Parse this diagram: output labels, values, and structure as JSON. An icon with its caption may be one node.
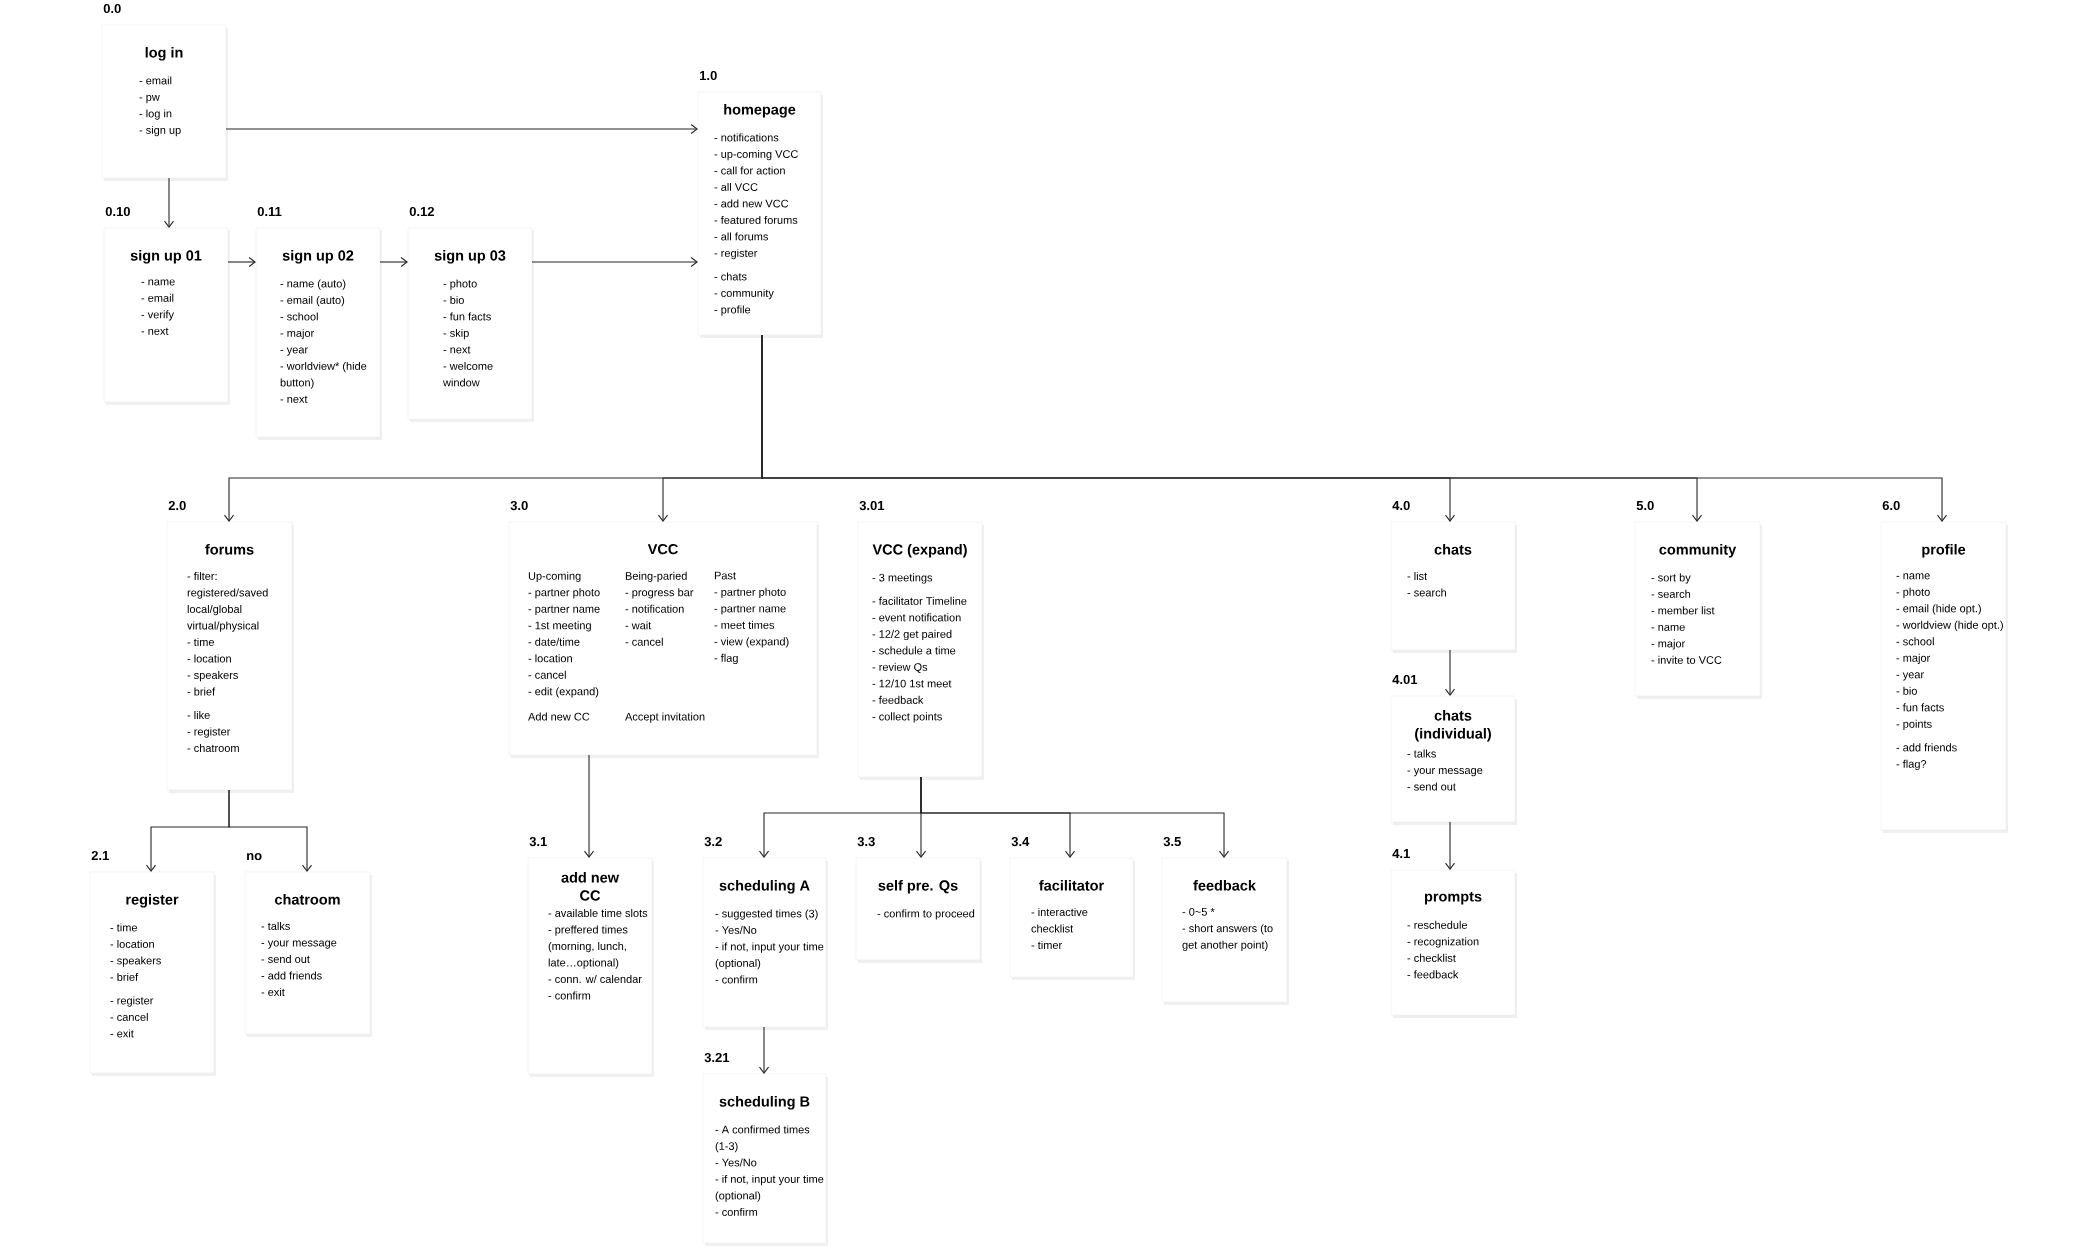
{
  "diagram": {
    "nodes": [
      {
        "text": [
          "log in",
          "- email",
          "- pw",
          "- log in",
          "- sign up"
        ],
        "beside": [
          "0.0"
        ]
      },
      {
        "text": [
          "homepage",
          "- notifications",
          "- up-coming VCC",
          "- call for action",
          "- all VCC",
          "- add new VCC",
          "- featured forums",
          "- all forums",
          "- register",
          "- chats",
          "- community",
          "- profile"
        ],
        "beside": [
          "1.0"
        ]
      },
      {
        "text": [
          "sign up 01",
          "- name",
          "- email",
          "- verify",
          "- next"
        ],
        "beside": [
          "0.10"
        ]
      },
      {
        "text": [
          "sign up 02",
          "- name (auto)",
          "- email (auto)",
          "- school",
          "- major",
          "- year",
          "- worldview* (hide button)",
          "- next"
        ],
        "beside": [
          "0.11"
        ]
      },
      {
        "text": [
          "sign up 03",
          "- photo",
          "- bio",
          "- fun facts",
          "- skip",
          "- next",
          "- welcome window"
        ],
        "beside": [
          "0.12"
        ]
      },
      {
        "text": [
          "forums",
          "- filter: registered/saved local/global virtual/physical",
          "- time",
          "- location",
          "- speakers",
          "- brief",
          "- like",
          "- register",
          "- chatroom"
        ],
        "beside": [
          "2.0"
        ]
      },
      {
        "text": [
          "VCC",
          "Up-coming",
          "- partner photo",
          "- partner name",
          "- 1st meeting",
          "- date/time",
          "- location",
          "- cancel",
          "- edit (expand)",
          "Being-paried",
          "- progress bar",
          "- notification",
          "- wait",
          "- cancel",
          "Past",
          "- partner photo",
          "- partner name",
          "- meet times",
          "- view (expand)",
          "- flag",
          "Add new CC",
          "Accept invitation"
        ],
        "beside": [
          "3.0"
        ]
      },
      {
        "text": [
          "VCC (expand)",
          "- 3 meetings",
          "- facilitator Timeline",
          "- event notification",
          "- 12/2 get paired",
          "- schedule a time",
          "- review Qs",
          "- 12/10 1st meet",
          "- feedback",
          "- collect points"
        ],
        "beside": [
          "3.01"
        ]
      },
      {
        "text": [
          "chats",
          "- list",
          "- search"
        ],
        "beside": [
          "4.0"
        ]
      },
      {
        "text": [
          "community",
          "- sort by",
          "- search",
          "- member list",
          "- name",
          "- major",
          "- invite to VCC"
        ],
        "beside": [
          "5.0"
        ]
      },
      {
        "text": [
          "profile",
          "- name",
          "- photo",
          "- email (hide opt.)",
          "- worldview (hide opt.)",
          "- school",
          "- major",
          "- year",
          "- bio",
          "- fun facts",
          "- points",
          "- add friends",
          "- flag?"
        ],
        "beside": [
          "6.0"
        ]
      },
      {
        "text": [
          "chats (individual)",
          "- talks",
          "- your message",
          "- send out"
        ],
        "beside": [
          "4.01"
        ]
      },
      {
        "text": [
          "register",
          "- time",
          "- location",
          "- speakers",
          "- brief",
          "- register",
          "- cancel",
          "- exit"
        ],
        "beside": [
          "2.1"
        ]
      },
      {
        "text": [
          "chatroom",
          "- talks",
          "- your message",
          "- send out",
          "- add friends",
          "- exit"
        ],
        "beside": [
          "no"
        ]
      },
      {
        "text": [
          "add new CC",
          "- available time slots",
          "- preffered times (morning, lunch, late…optional)",
          "- conn. w/ calendar",
          "- confirm"
        ],
        "beside": [
          "3.1"
        ]
      },
      {
        "text": [
          "scheduling A",
          "- suggested times (3)",
          "- Yes/No",
          "- if not, input your time (optional)",
          "- confirm"
        ],
        "beside": [
          "3.2"
        ]
      },
      {
        "text": [
          "self pre. Qs",
          "- confirm to proceed"
        ],
        "beside": [
          "3.3"
        ]
      },
      {
        "text": [
          "facilitator",
          "- interactive checklist",
          "- timer"
        ],
        "beside": [
          "3.4"
        ]
      },
      {
        "text": [
          "feedback",
          "- 0~5 *",
          "- short answers (to get another point)"
        ],
        "beside": [
          "3.5"
        ]
      },
      {
        "text": [
          "prompts",
          "- reschedule",
          "- recognization",
          "- checklist",
          "- feedback"
        ],
        "beside": [
          "4.1"
        ]
      },
      {
        "text": [
          "scheduling B",
          "- A confirmed times (1-3)",
          "- Yes/No",
          "- if not, input your time (optional)",
          "- confirm"
        ],
        "beside": [
          "3.21"
        ]
      }
    ],
    "edges": [
      {
        "from": 0,
        "to": 1,
        "arrow": "to"
      },
      {
        "from": 0,
        "to": 2,
        "arrow": "to"
      },
      {
        "from": 2,
        "to": 3,
        "arrow": "to"
      },
      {
        "from": 3,
        "to": 4,
        "arrow": "to"
      },
      {
        "from": 4,
        "to": 1,
        "arrow": "to"
      },
      {
        "from": 1,
        "to": 5,
        "arrow": "to"
      },
      {
        "from": 1,
        "to": 6,
        "arrow": "to"
      },
      {
        "from": 1,
        "to": 8,
        "arrow": "to"
      },
      {
        "from": 1,
        "to": 9,
        "arrow": "to"
      },
      {
        "from": 1,
        "to": 10,
        "arrow": "to"
      },
      {
        "from": 5,
        "to": 12,
        "arrow": "to"
      },
      {
        "from": 5,
        "to": 13,
        "arrow": "to"
      },
      {
        "from": 6,
        "to": 14,
        "arrow": "to"
      },
      {
        "from": 7,
        "to": 15,
        "arrow": "to"
      },
      {
        "from": 7,
        "to": 16,
        "arrow": "to"
      },
      {
        "from": 7,
        "to": 17,
        "arrow": "to"
      },
      {
        "from": 7,
        "to": 18,
        "arrow": "to"
      },
      {
        "from": 15,
        "to": 20,
        "arrow": "to"
      },
      {
        "from": 8,
        "to": 11,
        "arrow": "to"
      },
      {
        "from": 11,
        "to": 19,
        "arrow": "to"
      }
    ]
  }
}
